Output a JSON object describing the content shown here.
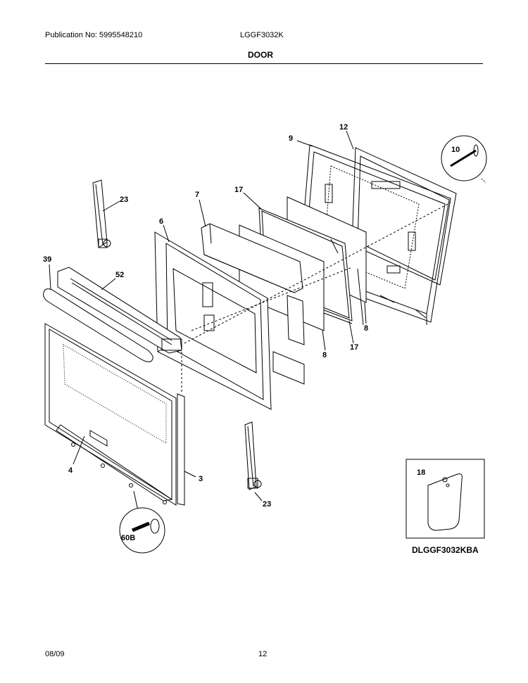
{
  "header": {
    "publication": "Publication No: 5995548210",
    "model": "LGGF3032K",
    "section_title": "DOOR"
  },
  "callouts": {
    "c3": "3",
    "c4": "4",
    "c6": "6",
    "c7": "7",
    "c8a": "8",
    "c8b": "8",
    "c9": "9",
    "c10": "10",
    "c12": "12",
    "c17a": "17",
    "c17b": "17",
    "c18": "18",
    "c23a": "23",
    "c23b": "23",
    "c39": "39",
    "c52": "52",
    "c60b": "60B"
  },
  "inset": {
    "code": "DLGGF3032KBA"
  },
  "footer": {
    "date": "08/09",
    "page": "12"
  }
}
